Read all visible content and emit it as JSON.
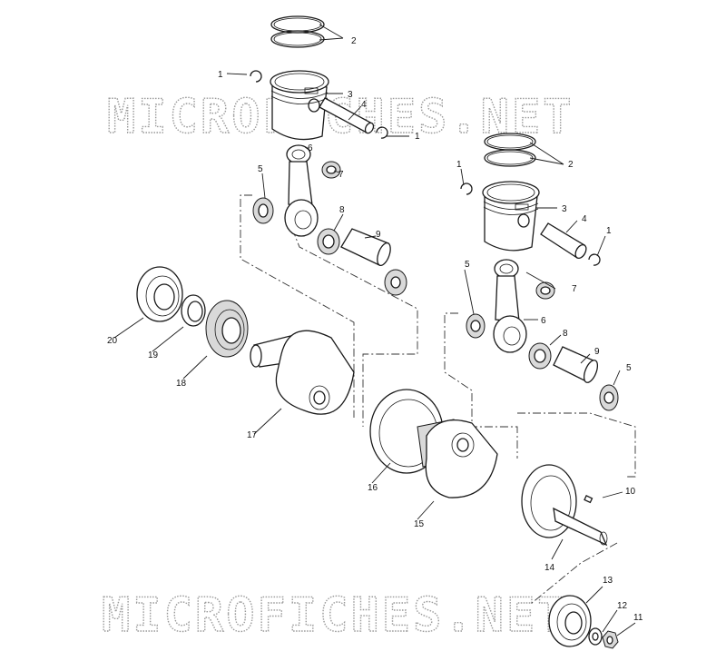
{
  "watermark": {
    "text": "MICROFICHES.NET"
  },
  "callouts": {
    "c1a": "1",
    "c1b": "1",
    "c1c": "1",
    "c1d": "1",
    "c2a": "2",
    "c2b": "2",
    "c3a": "3",
    "c3b": "3",
    "c4a": "4",
    "c4b": "4",
    "c5a": "5",
    "c5b": "5",
    "c5c": "5",
    "c6a": "6",
    "c6b": "6",
    "c7a": "7",
    "c7b": "7",
    "c8a": "8",
    "c8b": "8",
    "c9a": "9",
    "c9b": "9",
    "c10": "10",
    "c11": "11",
    "c12": "12",
    "c13": "13",
    "c14": "14",
    "c15": "15",
    "c16": "16",
    "c17": "17",
    "c18": "18",
    "c19": "19",
    "c20": "20"
  }
}
